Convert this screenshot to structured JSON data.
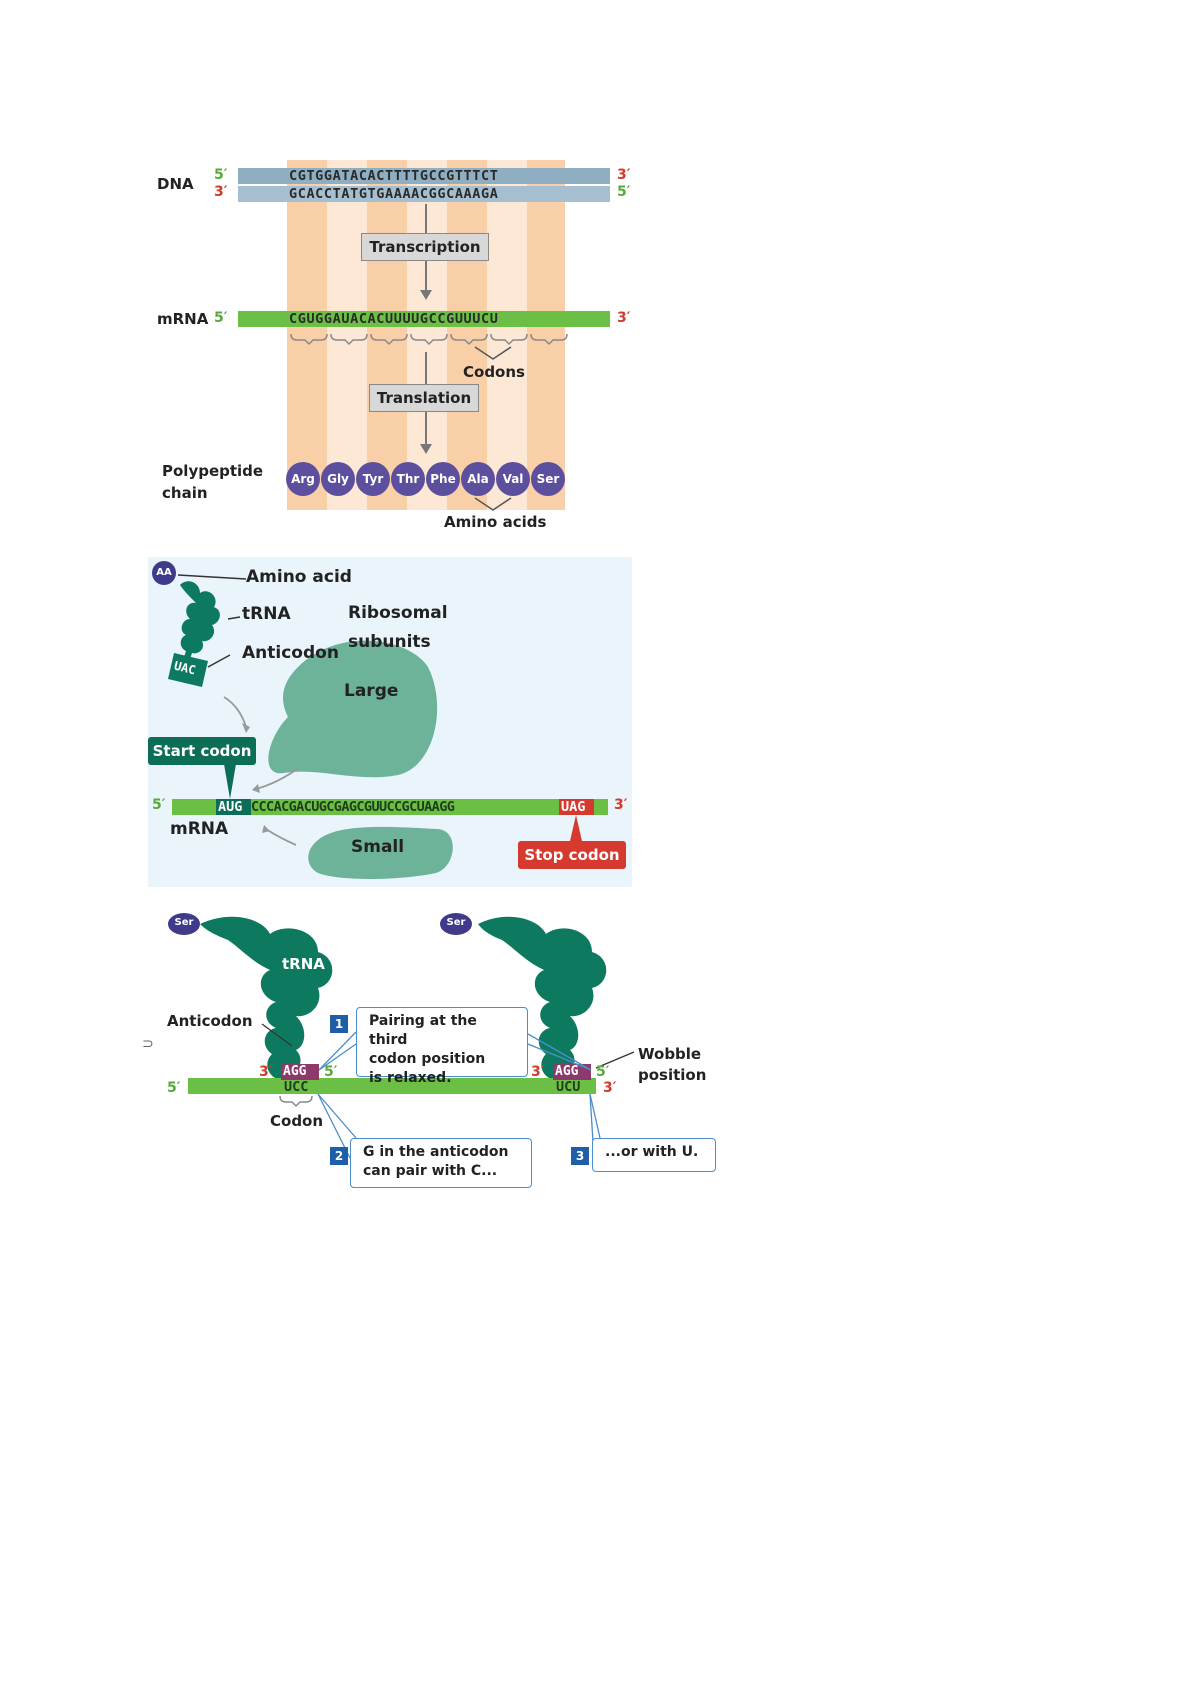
{
  "panel1": {
    "dna_label": "DNA",
    "dna_top_left": "5′",
    "dna_top_right": "3′",
    "dna_bottom_left": "3′",
    "dna_bottom_right": "5′",
    "dna_top_seq": "CGTGGATACACTTTTGCCGTTTCT",
    "dna_bottom_seq": "GCACCTATGTGAAAACGGCAAAGA",
    "transcription": "Transcription",
    "mrna_label": "mRNA",
    "mrna_left": "5′",
    "mrna_right": "3′",
    "mrna_seq": "CGUGGAUACACUUUUGCCGUUUCU",
    "codons": "Codons",
    "translation": "Translation",
    "polypeptide_label": "Polypeptide",
    "polypeptide_label2": "chain",
    "amino_acids": [
      "Arg",
      "Gly",
      "Tyr",
      "Thr",
      "Phe",
      "Ala",
      "Val",
      "Ser"
    ],
    "amino_acids_label": "Amino acids",
    "colors": {
      "stripe": "#f9cfa8",
      "dna": "#8faec2",
      "mrna": "#6cbf45",
      "aa": "#5b4f9e",
      "prime_green": "#5aa83a",
      "prime_red": "#d23a2a"
    }
  },
  "panel2": {
    "aa_badge": "AA",
    "amino_acid": "Amino acid",
    "trna": "tRNA",
    "anticodon": "Anticodon",
    "anticodon_seq": "UAC",
    "ribosomal1": "Ribosomal",
    "ribosomal2": "subunits",
    "large": "Large",
    "small": "Small",
    "start_codon": "Start codon",
    "stop_codon": "Stop codon",
    "five_prime": "5′",
    "three_prime": "3′",
    "mrna": "mRNA",
    "seq_start": "AUG",
    "seq_mid": "CCCACGACUGCGAGCGUUCCGCUAAGG",
    "seq_stop": "UAG",
    "colors": {
      "bg": "#eaf4fb",
      "trna": "#0d7a5f",
      "ribosome": "#6db39a",
      "start": "#0d6e57",
      "stop": "#d63a2f"
    }
  },
  "panel3": {
    "ser_left": "Ser",
    "ser_right": "Ser",
    "trna": "tRNA",
    "anticodon": "Anticodon",
    "left_3": "3′",
    "left_anticodon": "AGG",
    "left_5": "5′",
    "right_3": "3′",
    "right_anticodon": "AGG",
    "right_5": "5′",
    "mrna_5": "5′",
    "mrna_3": "3′",
    "codon_left": "UCC",
    "codon_right": "UCU",
    "codon_label": "Codon",
    "wobble1": "Wobble",
    "wobble2": "position",
    "callout1_num": "1",
    "callout1_l1": "Pairing at the third",
    "callout1_l2": "codon position",
    "callout1_l3": "is relaxed.",
    "callout2_num": "2",
    "callout2_l1": "G in the anticodon",
    "callout2_l2": "can pair with C...",
    "callout3_num": "3",
    "callout3_l1": "...or with U.",
    "stray_mark": "⊃"
  }
}
